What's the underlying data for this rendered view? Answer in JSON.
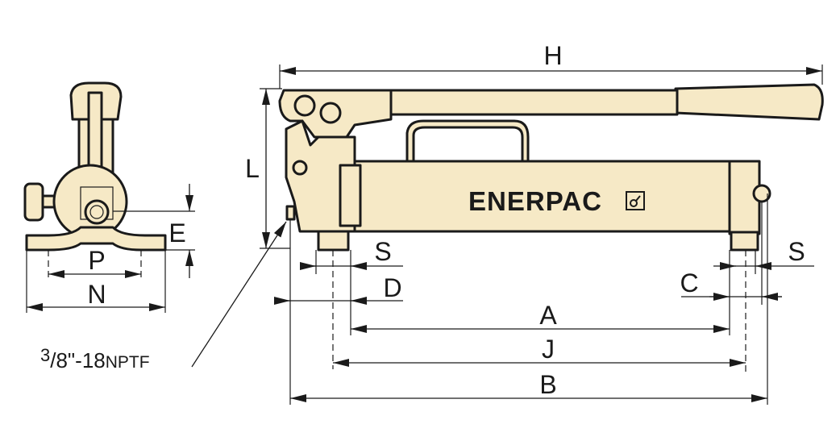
{
  "title": "Enerpac hand pump dimension drawing",
  "brand_text": "ENERPAC",
  "colors": {
    "body_fill": "#f6e9c6",
    "line": "#1a1a1a"
  },
  "dimension_labels": {
    "H": "H",
    "L": "L",
    "E": "E",
    "P": "P",
    "N": "N",
    "S_left": "S",
    "D": "D",
    "S_right": "S",
    "C": "C",
    "A": "A",
    "J": "J",
    "B": "B"
  },
  "port_note": {
    "numerator": "3",
    "rest": "/8\"-18",
    "thread": "NPTF"
  }
}
